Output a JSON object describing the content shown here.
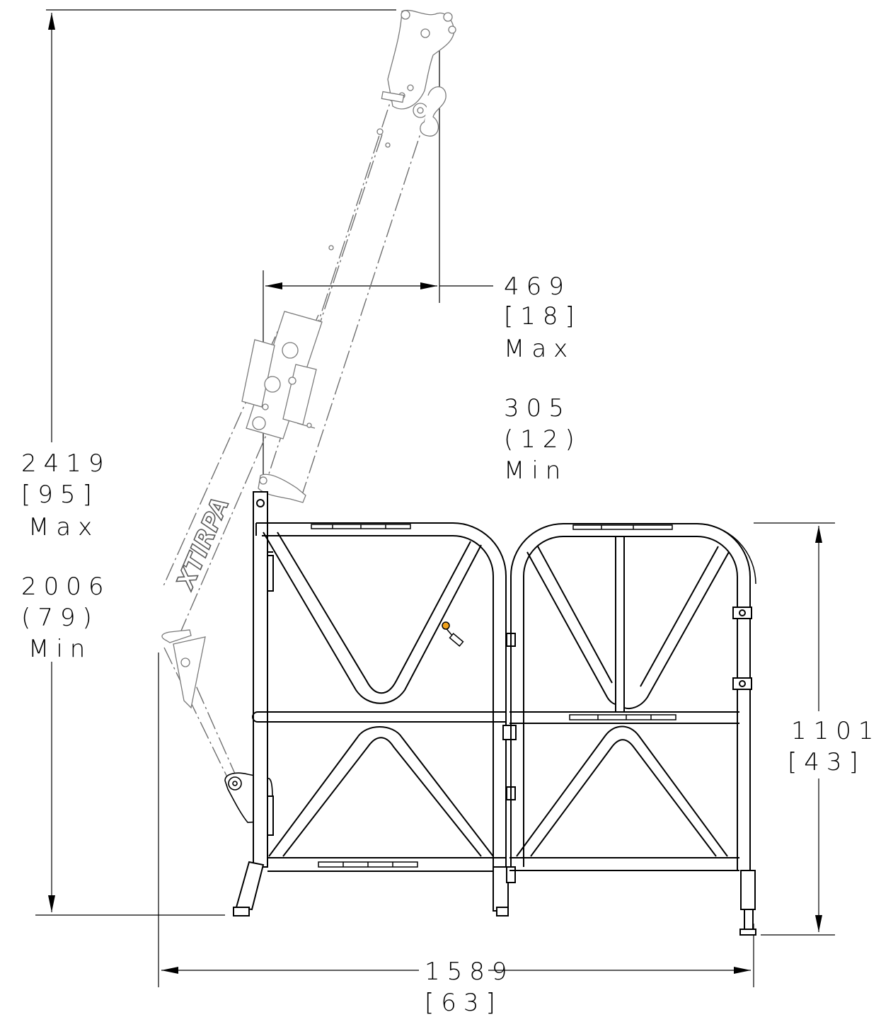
{
  "dimensions": {
    "reach_max": {
      "value": "469",
      "inch": "[18]",
      "label": "Max"
    },
    "reach_min": {
      "value": "305",
      "inch": "(12)",
      "label": "Min"
    },
    "height_max": {
      "value": "2419",
      "inch": "[95]",
      "label": "Max"
    },
    "height_min": {
      "value": "2006",
      "inch": "(79)",
      "label": "Min"
    },
    "barrier_height": {
      "value": "1101",
      "inch": "[43]"
    },
    "overall_width": {
      "value": "1589",
      "inch": "[63]"
    }
  },
  "logo": {
    "text": "XTIRPA"
  },
  "colors": {
    "line": "#000000",
    "phantom": "#6f6f6f",
    "accent": "#f0a21c",
    "background": "#ffffff"
  }
}
